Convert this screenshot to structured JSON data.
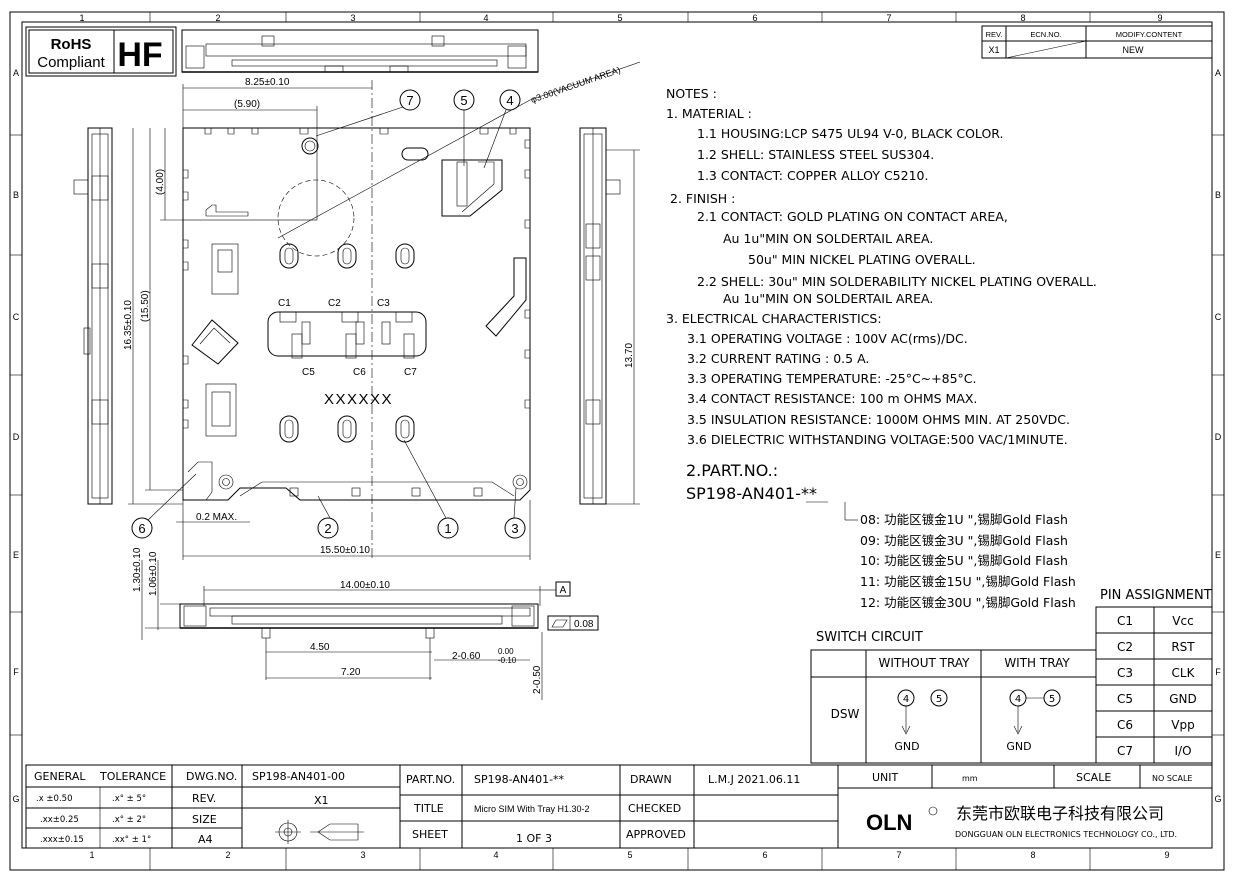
{
  "border": {
    "col_numbers": [
      "1",
      "2",
      "3",
      "4",
      "5",
      "6",
      "7",
      "8",
      "9"
    ],
    "row_letters": [
      "A",
      "B",
      "C",
      "D",
      "E",
      "F",
      "G"
    ]
  },
  "badges": {
    "rohs_line1": "RoHS",
    "rohs_line2": "Compliant",
    "hf": "HF"
  },
  "revision": {
    "headers": [
      "REV.",
      "ECN.NO.",
      "MODIFY.CONTENT"
    ],
    "row": [
      "X1",
      "",
      "NEW"
    ]
  },
  "notes": {
    "title": "NOTES :",
    "lines": [
      "1. MATERIAL :",
      "1.1 HOUSING:LCP S475 UL94 V-0, BLACK COLOR.",
      "1.2 SHELL: STAINLESS STEEL SUS304.",
      "1.3 CONTACT: COPPER ALLOY C5210.",
      "2. FINISH :",
      "2.1 CONTACT: GOLD PLATING ON CONTACT AREA,",
      "Au 1u\"MIN ON SOLDERTAIL AREA.",
      "50u\" MIN NICKEL PLATING OVERALL.",
      "2.2 SHELL: 30u\" MIN SOLDERABILITY NICKEL PLATING OVERALL.",
      "Au 1u\"MIN ON SOLDERTAIL AREA.",
      "3. ELECTRICAL CHARACTERISTICS:",
      "3.1 OPERATING VOLTAGE : 100V AC(rms)/DC.",
      "3.2 CURRENT RATING : 0.5 A.",
      "3.3 OPERATING TEMPERATURE: -25°C~+85°C.",
      "3.4 CONTACT RESISTANCE: 100 m OHMS MAX.",
      "3.5 INSULATION RESISTANCE: 1000M OHMS MIN. AT 250VDC.",
      "3.6 DIELECTRIC WITHSTANDING VOLTAGE:500 VAC/1MINUTE."
    ]
  },
  "part_no": {
    "title": "2.PART.NO.:",
    "code": "SP198-AN401-**",
    "options": [
      "08:  功能区镀金1U \",锡脚Gold Flash",
      "09:  功能区镀金3U \",锡脚Gold Flash",
      "10:  功能区镀金5U \",锡脚Gold Flash",
      "11:  功能区镀金15U \",锡脚Gold Flash",
      "12:  功能区镀金30U \",锡脚Gold Flash"
    ]
  },
  "pin_assignment": {
    "title": "PIN ASSIGNMENT",
    "rows": [
      [
        "C1",
        "Vcc"
      ],
      [
        "C2",
        "RST"
      ],
      [
        "C3",
        "CLK"
      ],
      [
        "C5",
        "GND"
      ],
      [
        "C6",
        "Vpp"
      ],
      [
        "C7",
        "I/O"
      ]
    ]
  },
  "switch_circuit": {
    "title": "SWITCH CIRCUIT",
    "col_without": "WITHOUT TRAY",
    "col_with": "WITH TRAY",
    "row_label": "DSW",
    "pin_a": "4",
    "pin_b": "5",
    "gnd": "GND"
  },
  "dimensions": {
    "d1": "8.25±0.10",
    "d2": "(5.90)",
    "d3": "(4.00)",
    "d4": "16.35±0.10",
    "d5": "(15.50)",
    "d6": "13.70",
    "d7": "0.2 MAX.",
    "d8": "15.50±0.10",
    "d9": "1.30±0.10",
    "d10": "1.06±0.10",
    "d11": "14.00±0.10",
    "d12": "4.50",
    "d13": "7.20",
    "d14": "2-0.60",
    "d14a": "0.00",
    "d14b": "-0.10",
    "d15": "2-0.50",
    "datum": "A",
    "flat_tol": "0.08",
    "vacuum": "φ3.00(VACUUM AREA)"
  },
  "contacts": {
    "c1": "C1",
    "c2": "C2",
    "c3": "C3",
    "c5": "C5",
    "c6": "C6",
    "c7": "C7",
    "marking": "XXXXXX"
  },
  "balloons": {
    "b1": "1",
    "b2": "2",
    "b3": "3",
    "b4": "4",
    "b5": "5",
    "b6": "6",
    "b7": "7"
  },
  "title_block": {
    "general": "GENERAL",
    "tolerance": "TOLERANCE",
    "tol_rows": [
      [
        ".x ±0.50",
        ".x° ± 5°"
      ],
      [
        ".xx±0.25",
        ".x° ± 2°"
      ],
      [
        ".xxx±0.15",
        ".xx° ± 1°"
      ]
    ],
    "dwg_no_label": "DWG.NO.",
    "dwg_no": "SP198-AN401-00",
    "rev_label": "REV.",
    "rev": "X1",
    "size_label": "SIZE",
    "size": "A4",
    "part_no_label": "PART.NO.",
    "part_no": "SP198-AN401-**",
    "title_label": "TITLE",
    "title": "Micro SIM With Tray H1.30-2",
    "sheet_label": "SHEET",
    "sheet": "1 OF 3",
    "drawn_label": "DRAWN",
    "drawn": "L.M.J 2021.06.11",
    "checked_label": "CHECKED",
    "approved_label": "APPROVED",
    "unit_label": "UNIT",
    "unit": "mm",
    "scale_label": "SCALE",
    "scale": "NO SCALE",
    "company_logo": "OLN",
    "company_cn": "东莞市欧联电子科技有限公司",
    "company_en": "DONGGUAN OLN ELECTRONICS TECHNOLOGY CO., LTD."
  }
}
